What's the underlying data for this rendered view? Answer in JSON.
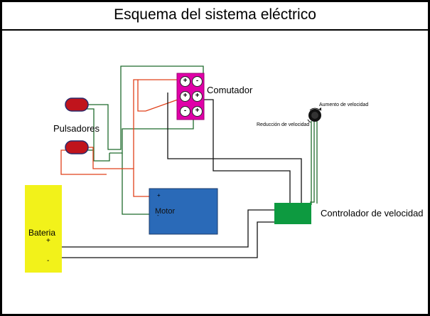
{
  "title": "Esquema del sistema eléctrico",
  "components": {
    "comutador": {
      "label": "Comutador",
      "terminals": [
        "+",
        "-",
        "+",
        "+",
        "-",
        "+"
      ]
    },
    "pulsadores": {
      "label": "Pulsadores"
    },
    "motor": {
      "label": "Motor",
      "plus": "+",
      "minus": "-"
    },
    "bateria": {
      "label": "Bateria",
      "plus": "+",
      "minus": "-"
    },
    "controlador": {
      "label": "Controlador de velocidad"
    },
    "potenciometro": {
      "up_label": "Aumento de velocidad",
      "down_label": "Reducción de velocidad"
    }
  },
  "colors": {
    "comutador": "#e000a8",
    "pulsador": "#c0141c",
    "motor": "#2a6ab8",
    "bateria": "#f2f21a",
    "controlador": "#0d9a40",
    "wire_green": "#1f6b2c",
    "wire_red": "#e0401a",
    "wire_black": "#111111"
  }
}
